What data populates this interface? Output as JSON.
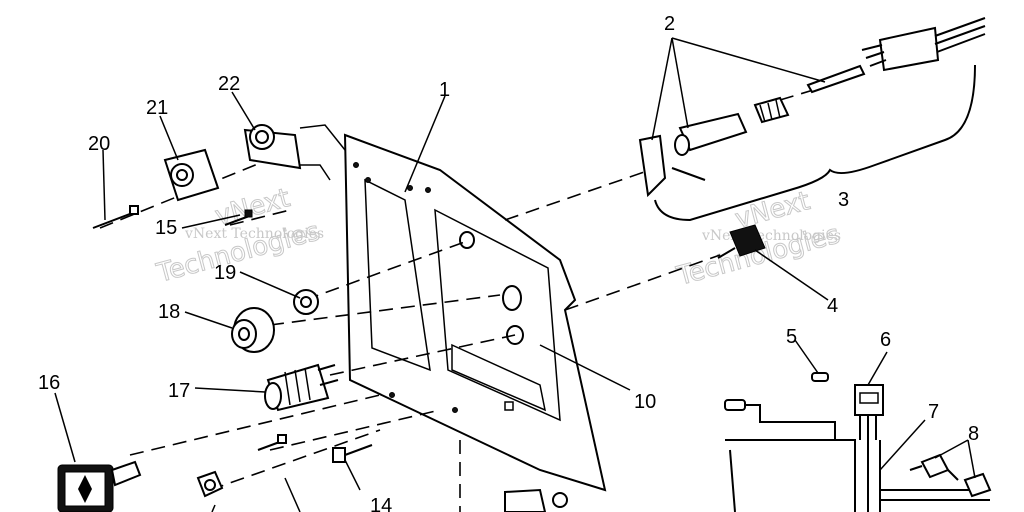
{
  "labels": {
    "p1": "1",
    "p2": "2",
    "p3": "3",
    "p4": "4",
    "p5": "5",
    "p6": "6",
    "p7": "7",
    "p8": "8",
    "p10": "10",
    "p14": "14",
    "p15": "15",
    "p16": "16",
    "p17": "17",
    "p18": "18",
    "p19": "19",
    "p20": "20",
    "p21": "21",
    "p22": "22"
  },
  "watermarks": {
    "left_small": "vNext Technologies",
    "left_big": "Technologies",
    "left_top": "vNext",
    "right_small": "vNext Technologies",
    "right_big": "Technologies",
    "right_top": "vNext"
  }
}
